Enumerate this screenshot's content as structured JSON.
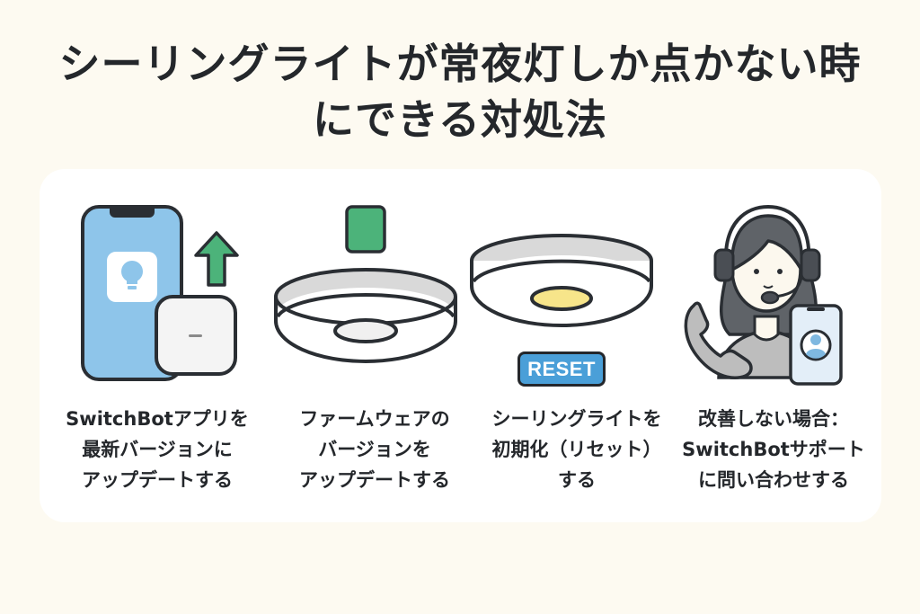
{
  "title": {
    "line1": "シーリングライトが常夜灯しか点かない時",
    "line2": "にできる対処法"
  },
  "colors": {
    "background": "#FDFAF1",
    "card": "#FFFFFF",
    "text": "#24272B",
    "phone_screen": "#8EC5EA",
    "arrow_green": "#4CB37A",
    "firmware_green": "#4CB37A",
    "ceiling_band": "#D9D9D9",
    "ceiling_light_glow": "#F7E58A",
    "reset_blue": "#4A9FD8",
    "hair_gray": "#5F6368",
    "shirt_gray": "#BDBDBD"
  },
  "steps": [
    {
      "icon": "phone-app-update-icon",
      "caption": [
        "SwitchBotアプリを",
        "最新バージョンに",
        "アップデートする"
      ]
    },
    {
      "icon": "ceiling-light-firmware-icon",
      "caption": [
        "ファームウェアの",
        "バージョンを",
        "アップデートする"
      ]
    },
    {
      "icon": "ceiling-light-reset-icon",
      "badge": "RESET",
      "caption": [
        "シーリングライトを",
        "初期化（リセット）",
        "する"
      ]
    },
    {
      "icon": "support-operator-icon",
      "caption": [
        "改善しない場合：",
        "SwitchBotサポート",
        "に問い合わせする"
      ]
    }
  ]
}
